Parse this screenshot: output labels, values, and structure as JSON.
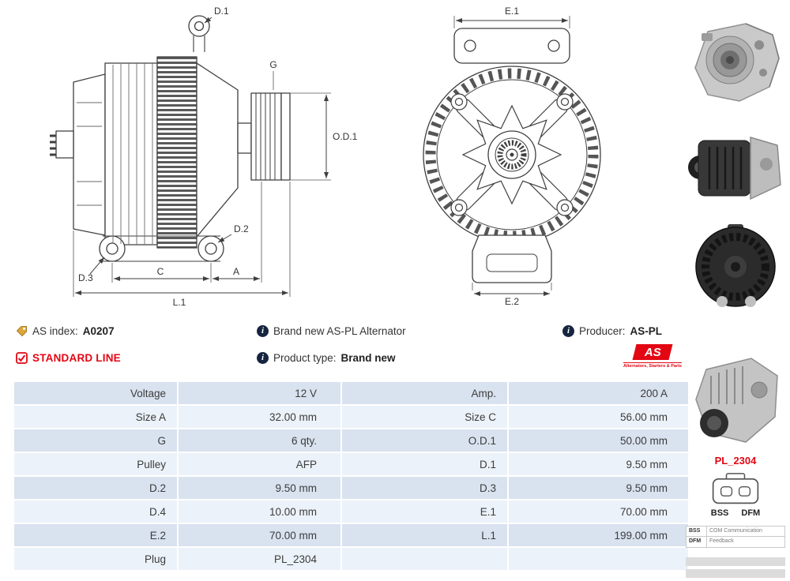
{
  "diagram": {
    "side_labels": {
      "d1": "D.1",
      "g": "G",
      "od1": "O.D.1",
      "d2": "D.2",
      "d3": "D.3",
      "c": "C",
      "a": "A",
      "l1": "L.1"
    },
    "front_labels": {
      "e1": "E.1",
      "e2": "E.2"
    }
  },
  "info": {
    "as_index_label": "AS index:",
    "as_index_value": "A0207",
    "standard_line": "STANDARD LINE",
    "title": "Brand new AS-PL Alternator",
    "product_type_label": "Product type:",
    "product_type_value": "Brand new",
    "producer_label": "Producer:",
    "producer_value": "AS-PL",
    "logo_text": "AS",
    "logo_tagline": "Alternators, Starters & Parts"
  },
  "specs": {
    "rows": [
      [
        "Voltage",
        "12 V",
        "Amp.",
        "200 A"
      ],
      [
        "Size A",
        "32.00 mm",
        "Size C",
        "56.00 mm"
      ],
      [
        "G",
        "6 qty.",
        "O.D.1",
        "50.00 mm"
      ],
      [
        "Pulley",
        "AFP",
        "D.1",
        "9.50 mm"
      ],
      [
        "D.2",
        "9.50 mm",
        "D.3",
        "9.50 mm"
      ],
      [
        "D.4",
        "10.00 mm",
        "E.1",
        "70.00 mm"
      ],
      [
        "E.2",
        "70.00 mm",
        "L.1",
        "199.00 mm"
      ],
      [
        "Plug",
        "PL_2304",
        "",
        ""
      ]
    ]
  },
  "side_panel": {
    "plug_code": "PL_2304",
    "bss_label": "BSS",
    "dfm_label": "DFM",
    "pin_rows": [
      {
        "pin": "BSS",
        "desc": "COM Communication"
      },
      {
        "pin": "DFM",
        "desc": "Feedback"
      }
    ]
  },
  "colors": {
    "accent_red": "#e30613",
    "row_dark": "#d9e2ef",
    "row_light": "#ecf2f9",
    "line": "#3f3f3f"
  }
}
